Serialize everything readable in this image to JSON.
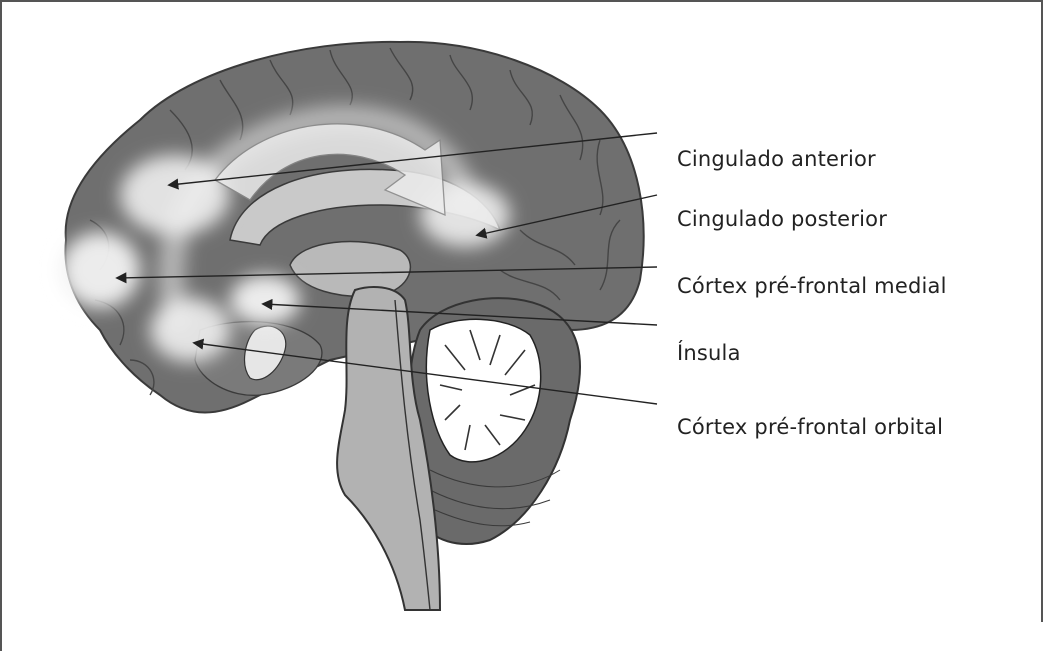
{
  "labels": [
    {
      "id": "anterior-cingulate",
      "text": "Cingulado anterior"
    },
    {
      "id": "posterior-cingulate",
      "text": "Cingulado posterior"
    },
    {
      "id": "medial-prefrontal",
      "text": "Córtex pré-frontal medial"
    },
    {
      "id": "insula",
      "text": "Ínsula"
    },
    {
      "id": "orbital-prefrontal",
      "text": "Córtex pré-frontal orbital"
    }
  ],
  "colors": {
    "cortex": "#6f6f6f",
    "cortex_texture": "#4a4a4a",
    "highlight": "#f3f3f3",
    "brainstem": "#a8a8a8",
    "outline": "#333333",
    "text": "#222222"
  }
}
